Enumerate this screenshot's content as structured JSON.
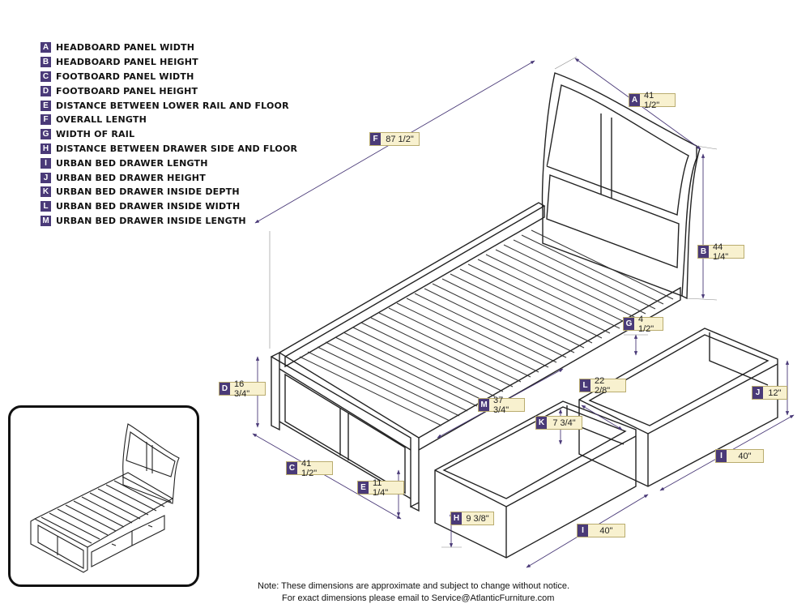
{
  "legend": [
    {
      "letter": "A",
      "text": "HEADBOARD PANEL WIDTH"
    },
    {
      "letter": "B",
      "text": "HEADBOARD PANEL HEIGHT"
    },
    {
      "letter": "C",
      "text": "FOOTBOARD PANEL WIDTH"
    },
    {
      "letter": "D",
      "text": "FOOTBOARD PANEL HEIGHT"
    },
    {
      "letter": "E",
      "text": "DISTANCE BETWEEN LOWER RAIL AND FLOOR"
    },
    {
      "letter": "F",
      "text": "OVERALL LENGTH"
    },
    {
      "letter": "G",
      "text": "WIDTH OF RAIL"
    },
    {
      "letter": "H",
      "text": "DISTANCE BETWEEN DRAWER SIDE AND FLOOR"
    },
    {
      "letter": "I",
      "text": "URBAN BED DRAWER LENGTH"
    },
    {
      "letter": "J",
      "text": "URBAN BED DRAWER HEIGHT"
    },
    {
      "letter": "K",
      "text": "URBAN BED DRAWER INSIDE DEPTH"
    },
    {
      "letter": "L",
      "text": "URBAN BED DRAWER INSIDE WIDTH"
    },
    {
      "letter": "M",
      "text": "URBAN BED DRAWER INSIDE LENGTH"
    }
  ],
  "dimensions": {
    "A": {
      "letter": "A",
      "value": "41 1/2\""
    },
    "B": {
      "letter": "B",
      "value": "44 1/4\""
    },
    "C": {
      "letter": "C",
      "value": "41 1/2\""
    },
    "D": {
      "letter": "D",
      "value": "16 3/4\""
    },
    "E": {
      "letter": "E",
      "value": "11 1/4\""
    },
    "F": {
      "letter": "F",
      "value": "87 1/2\""
    },
    "G": {
      "letter": "G",
      "value": "4 1/2\""
    },
    "H": {
      "letter": "H",
      "value": "9 3/8\""
    },
    "I1": {
      "letter": "I",
      "value": "40\""
    },
    "I2": {
      "letter": "I",
      "value": "40\""
    },
    "J": {
      "letter": "J",
      "value": "12\""
    },
    "K": {
      "letter": "K",
      "value": "7 3/4\""
    },
    "L": {
      "letter": "L",
      "value": "22 2/8\""
    },
    "M": {
      "letter": "M",
      "value": "37 3/4\""
    }
  },
  "note": {
    "line1": "Note:  These dimensions are approximate and subject to change without notice.",
    "line2": "For exact dimensions please email to Service@AtlanticFurniture.com"
  }
}
